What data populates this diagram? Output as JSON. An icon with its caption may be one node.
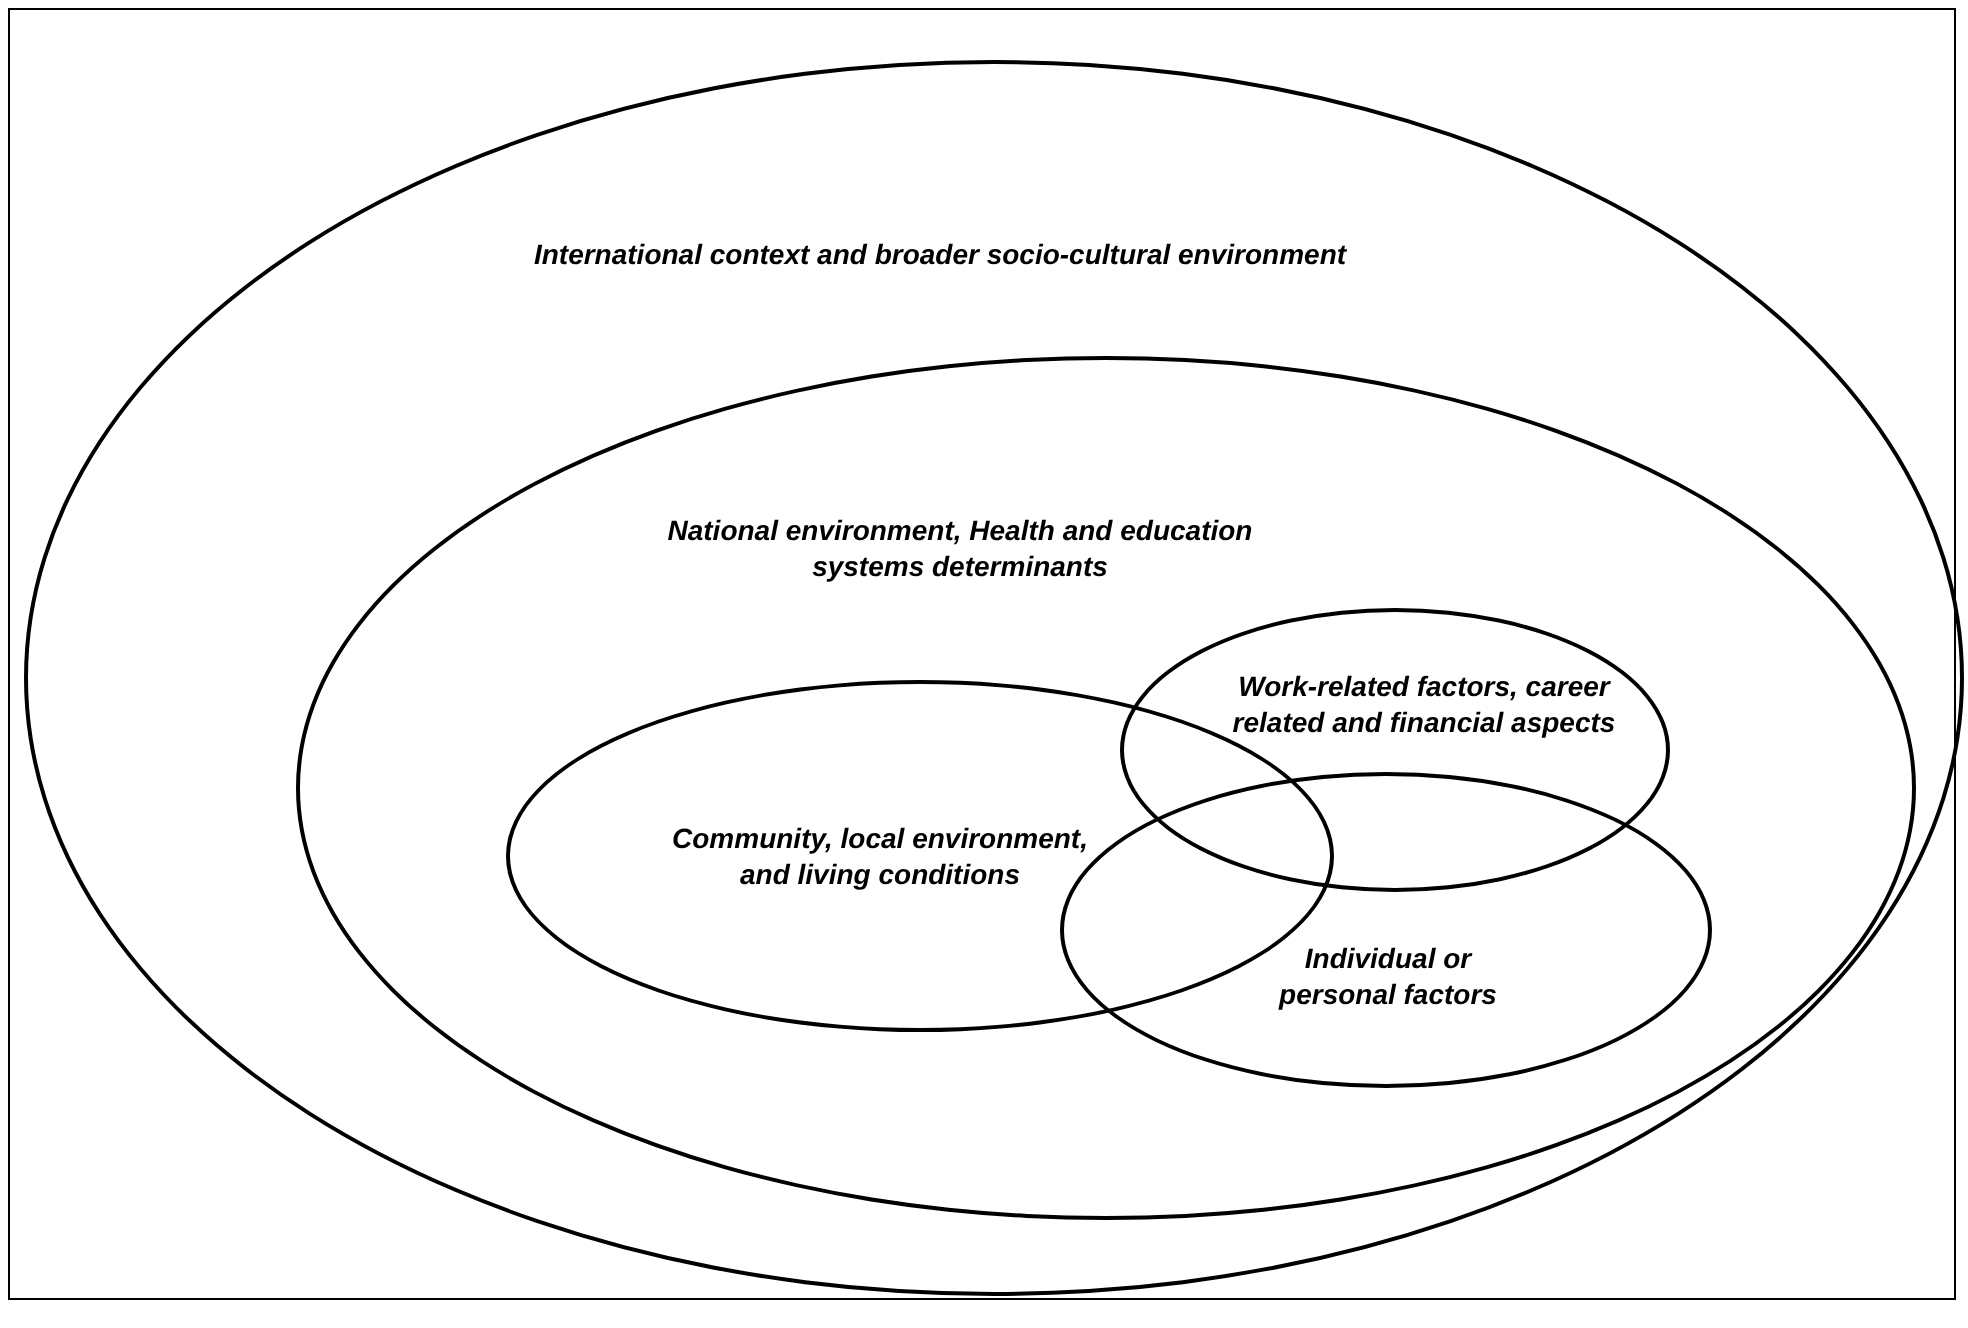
{
  "diagram": {
    "nodes": [
      {
        "text": [
          "International context and broader socio-cultural environment"
        ]
      },
      {
        "text": [
          "National environment, Health and education systems determinants"
        ],
        "in": 0
      },
      {
        "text": [
          "Work-related factors, career related and financial aspects"
        ],
        "in": 1
      },
      {
        "text": [
          "Community, local environment, and living conditions"
        ],
        "in": 1
      },
      {
        "text": [
          "Individual or personal factors"
        ],
        "in": 1
      }
    ]
  }
}
